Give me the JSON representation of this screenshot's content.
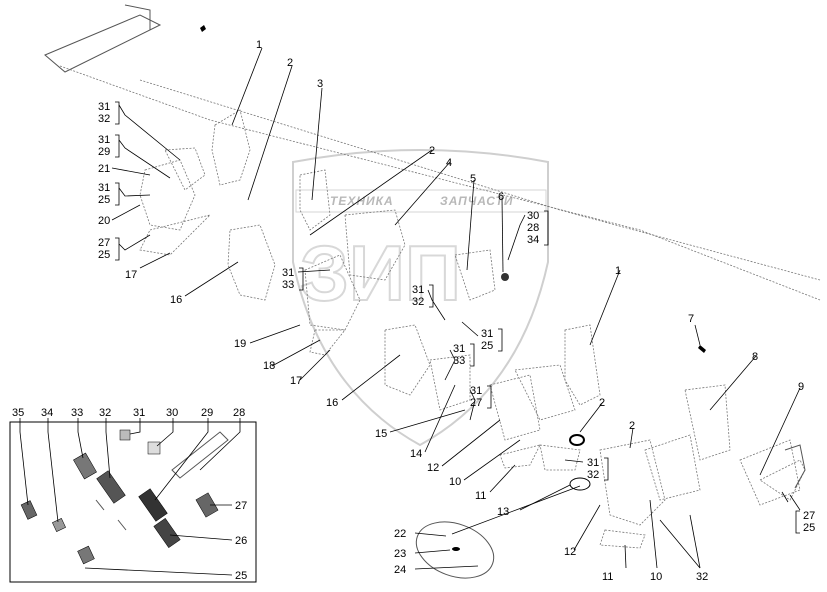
{
  "watermark": {
    "line1": "ТЕХНИКА",
    "line2": "ЗАПЧАСТИ",
    "big": "ЗИП"
  },
  "callouts": [
    {
      "id": "c1a",
      "text": "1"
    },
    {
      "id": "c2a",
      "text": "2"
    },
    {
      "id": "c3",
      "text": "3"
    },
    {
      "id": "c31a",
      "text": "31"
    },
    {
      "id": "c32a",
      "text": "32"
    },
    {
      "id": "c31b",
      "text": "31"
    },
    {
      "id": "c29a",
      "text": "29"
    },
    {
      "id": "c21",
      "text": "21"
    },
    {
      "id": "c31c",
      "text": "31"
    },
    {
      "id": "c25a",
      "text": "25"
    },
    {
      "id": "c20",
      "text": "20"
    },
    {
      "id": "c27a",
      "text": "27"
    },
    {
      "id": "c25b",
      "text": "25"
    },
    {
      "id": "c17a",
      "text": "17"
    },
    {
      "id": "c16a",
      "text": "16"
    },
    {
      "id": "c2b",
      "text": "2"
    },
    {
      "id": "c4",
      "text": "4"
    },
    {
      "id": "c5",
      "text": "5"
    },
    {
      "id": "c6",
      "text": "6"
    },
    {
      "id": "c30a",
      "text": "30"
    },
    {
      "id": "c28a",
      "text": "28"
    },
    {
      "id": "c34a",
      "text": "34"
    },
    {
      "id": "c31d",
      "text": "31"
    },
    {
      "id": "c33a",
      "text": "33"
    },
    {
      "id": "c31e",
      "text": "31"
    },
    {
      "id": "c32b",
      "text": "32"
    },
    {
      "id": "c31f",
      "text": "31"
    },
    {
      "id": "c25c",
      "text": "25"
    },
    {
      "id": "c19",
      "text": "19"
    },
    {
      "id": "c18",
      "text": "18"
    },
    {
      "id": "c17b",
      "text": "17"
    },
    {
      "id": "c16b",
      "text": "16"
    },
    {
      "id": "c31g",
      "text": "31"
    },
    {
      "id": "c33b",
      "text": "33"
    },
    {
      "id": "c31h",
      "text": "31"
    },
    {
      "id": "c27b",
      "text": "27"
    },
    {
      "id": "c15",
      "text": "15"
    },
    {
      "id": "c14",
      "text": "14"
    },
    {
      "id": "c1b",
      "text": "1"
    },
    {
      "id": "c7",
      "text": "7"
    },
    {
      "id": "c8",
      "text": "8"
    },
    {
      "id": "c9",
      "text": "9"
    },
    {
      "id": "c2c",
      "text": "2"
    },
    {
      "id": "c2d",
      "text": "2"
    },
    {
      "id": "c12a",
      "text": "12"
    },
    {
      "id": "c10a",
      "text": "10"
    },
    {
      "id": "c11a",
      "text": "11"
    },
    {
      "id": "c31i",
      "text": "31"
    },
    {
      "id": "c32c",
      "text": "32"
    },
    {
      "id": "c13",
      "text": "13"
    },
    {
      "id": "c27c",
      "text": "27"
    },
    {
      "id": "c25d",
      "text": "25"
    },
    {
      "id": "c22",
      "text": "22"
    },
    {
      "id": "c23",
      "text": "23"
    },
    {
      "id": "c24",
      "text": "24"
    },
    {
      "id": "c12b",
      "text": "12"
    },
    {
      "id": "c11b",
      "text": "11"
    },
    {
      "id": "c10b",
      "text": "10"
    },
    {
      "id": "c32d",
      "text": "32"
    }
  ],
  "legend": {
    "top_labels": [
      "35",
      "34",
      "33",
      "32",
      "31",
      "30",
      "29",
      "28"
    ],
    "right_labels": [
      "27",
      "26",
      "25"
    ]
  }
}
